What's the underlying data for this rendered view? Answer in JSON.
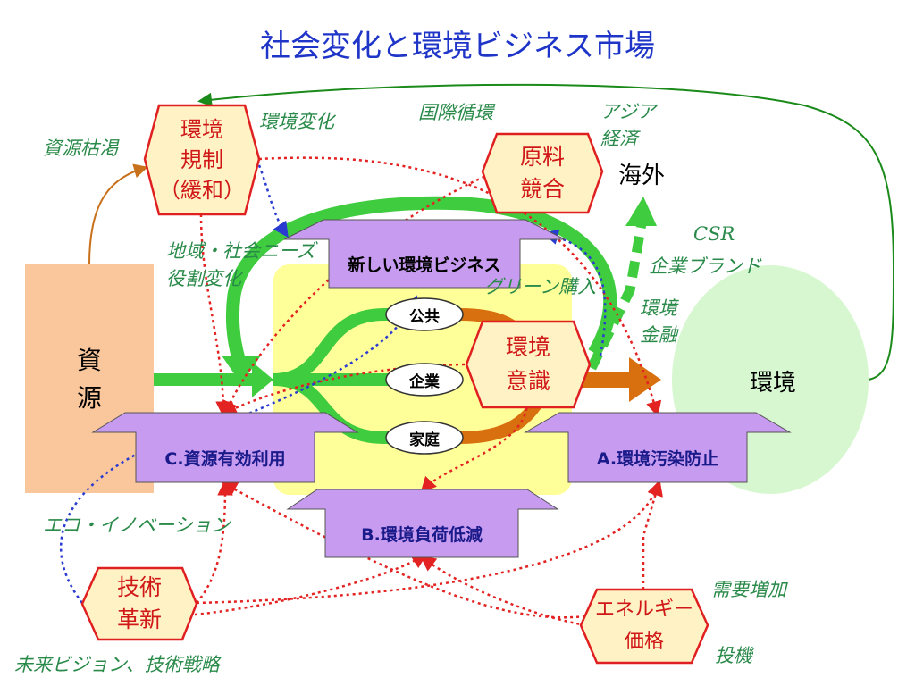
{
  "title": "社会変化と環境ビジネス市場",
  "nodes": {
    "resources": "資\n源",
    "environment": "環境",
    "overseas": "海外",
    "public": "公共",
    "company": "企業",
    "household": "家庭",
    "new_business": "新しい環境ビジネス",
    "c_effective_use": "C.資源有効利用",
    "a_pollution": "A.環境汚染防止",
    "b_load": "B.環境負荷低減",
    "regulation": "環境\n規制\n（緩和）",
    "raw_material": "原料\n競合",
    "awareness": "環境\n意識",
    "tech": "技術\n革新",
    "energy": "エネルギー\n価格"
  },
  "labels": {
    "resource_depletion": "資源枯渇",
    "env_change": "環境変化",
    "intl_circulation": "国際循環",
    "asia_economy": "アジア\n経済",
    "csr": "CSR",
    "corporate_brand": "企業ブランド",
    "green_purchase": "グリーン購入",
    "env_finance": "環境\n金融",
    "regional_social": "地域・社会ニーズ",
    "role_change": "役割変化",
    "eco_innovation": "エコ・イノベーション",
    "demand_increase": "需要増加",
    "speculation": "投機",
    "future_vision": "未来ビジョン、技術戦略"
  },
  "colors": {
    "title": "#1f35c8",
    "green_arrow": "#3fcc3f",
    "orange_arrow": "#d9700f",
    "red_dotted": "#e32222",
    "blue_dotted": "#2a3bd0",
    "box_purple": "#c79bf0",
    "hex_fill": "#fff2c4",
    "hex_border": "#e02020",
    "center_panel": "#ffff99",
    "resource_box": "#fac69b",
    "env_circle": "#d6f7cf",
    "label_green": "#2a8a4a"
  }
}
